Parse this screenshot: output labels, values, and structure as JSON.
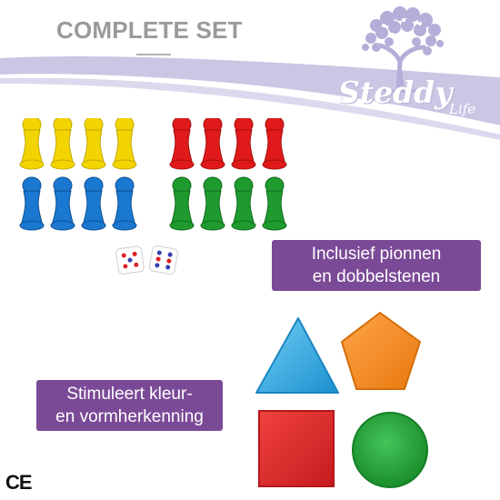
{
  "header": {
    "title": "COMPLETE SET"
  },
  "brand": {
    "name": "Steddy",
    "suffix": "Life",
    "banner_color": "#c9c5e2"
  },
  "contents": {
    "pawn_colors": [
      "yellow",
      "red",
      "blue",
      "green"
    ],
    "dice_count": 2,
    "label_lines": [
      "Inclusief pionnen",
      "en dobbelstenen"
    ],
    "label_color": "#7b4a97"
  },
  "learning": {
    "label_lines": [
      "Stimuleert kleur-",
      "en vormherkenning"
    ],
    "shapes": [
      {
        "name": "triangle",
        "color": "#2aa7e0"
      },
      {
        "name": "pentagon",
        "color": "#f68b1f"
      },
      {
        "name": "square",
        "color": "#e3262b"
      },
      {
        "name": "circle",
        "color": "#22a83a"
      }
    ]
  },
  "certification": {
    "mark": "CE"
  }
}
